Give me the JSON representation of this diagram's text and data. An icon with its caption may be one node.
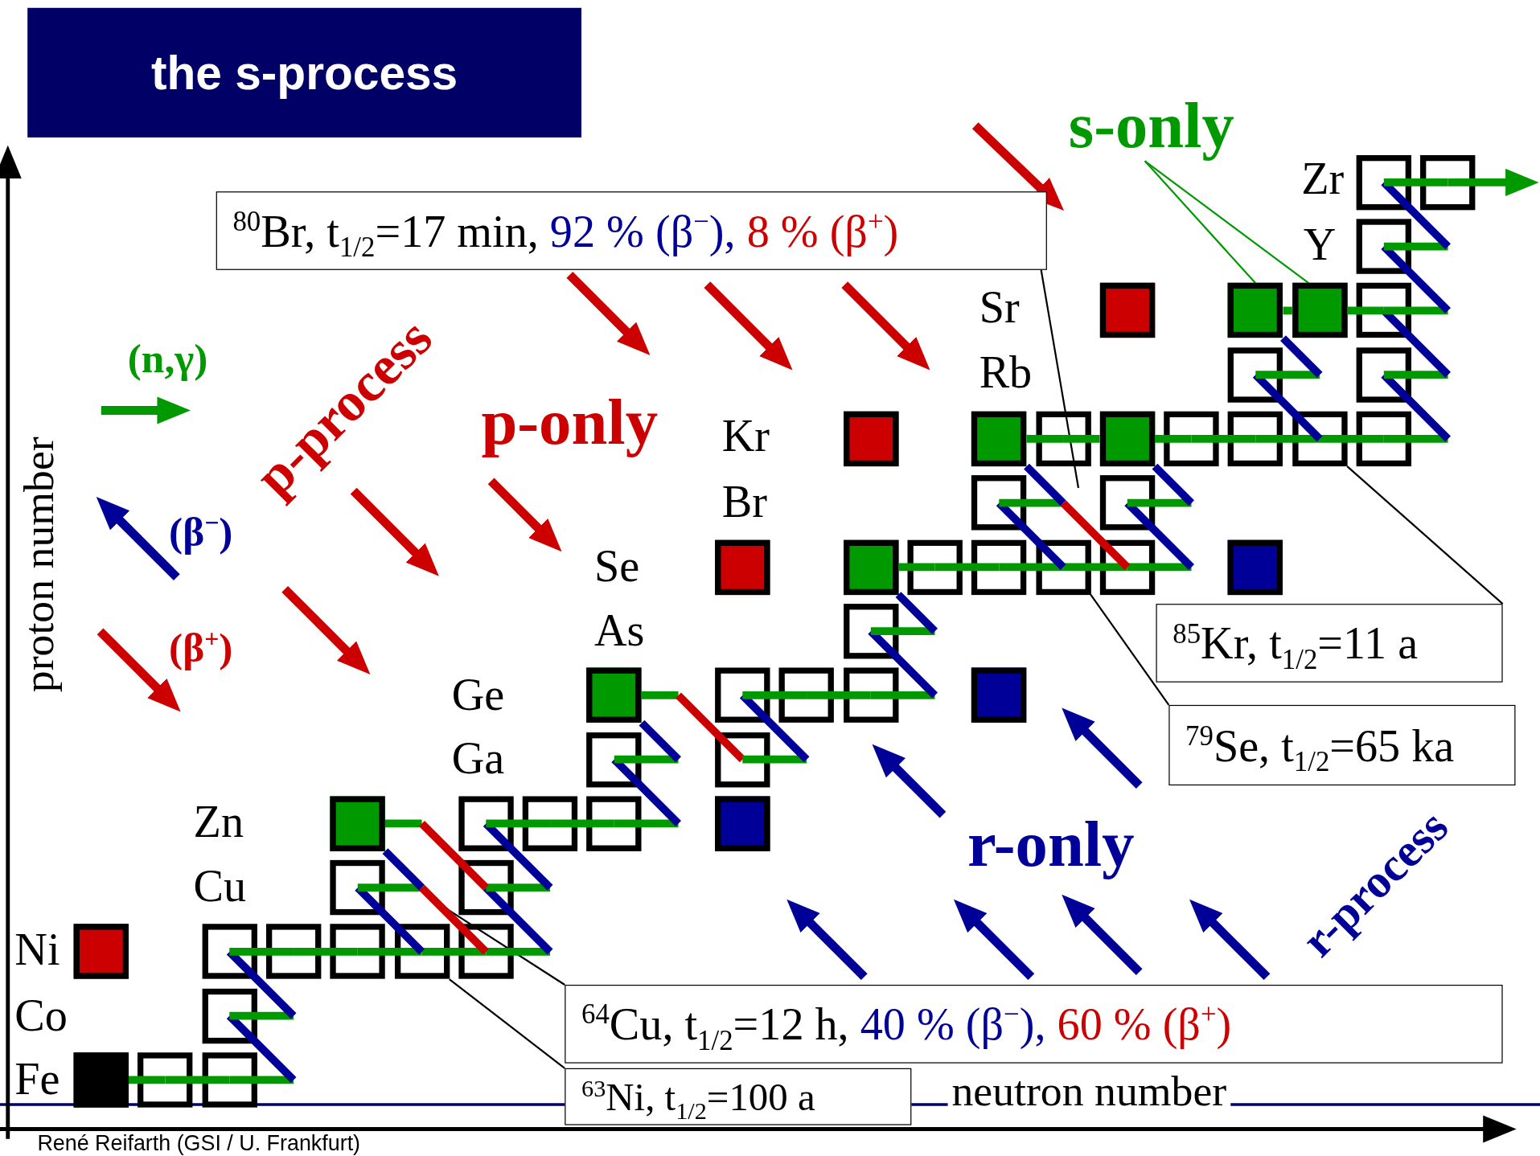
{
  "diagram": {
    "title": "the s-process",
    "nodes": [
      {
        "text": [
          "s-only"
        ]
      },
      {
        "text": [
          "$^{80}$Br, t$_{1/2}$=17 min,",
          "92 % (β$^{−}$),",
          "8 % (β$^{+}$)"
        ]
      },
      {
        "text": [
          "$^{85}$Kr, t$_{1/2}$=11 a"
        ]
      },
      {
        "text": [
          "$^{79}$Se, t$_{1/2}$=65 ka"
        ]
      },
      {
        "text": [
          "$^{64}$Cu, t$_{1/2}$=12 h,",
          "40 % (β$^{−}$),",
          "60 % (β$^{+}$)"
        ]
      },
      {
        "text": [
          "$^{63}$Ni, t$_{1/2}$=100 a"
        ]
      },
      {
        "text": [],
        "shape": "box"
      },
      {
        "text": [],
        "shape": "box"
      },
      {
        "text": [],
        "shape": "box"
      },
      {
        "text": [],
        "shape": "box"
      },
      {
        "text": [],
        "shape": "box"
      },
      {
        "text": [],
        "shape": "box"
      },
      {
        "text": [],
        "shape": "box"
      },
      {
        "text": [],
        "shape": "box"
      },
      {
        "text": [],
        "shape": "box"
      },
      {
        "text": [],
        "shape": "box"
      },
      {
        "text": [],
        "shape": "box"
      },
      {
        "text": [],
        "shape": "box"
      },
      {
        "text": [],
        "shape": "box"
      },
      {
        "text": [],
        "shape": "box"
      },
      {
        "text": [],
        "shape": "box"
      },
      {
        "text": [],
        "shape": "box"
      },
      {
        "text": [],
        "shape": "box"
      },
      {
        "text": [],
        "shape": "box"
      },
      {
        "text": [],
        "shape": "box"
      },
      {
        "text": [],
        "shape": "box"
      },
      {
        "text": [],
        "shape": "box"
      },
      {
        "text": [],
        "shape": "box"
      },
      {
        "text": [],
        "shape": "box"
      },
      {
        "text": [],
        "shape": "box"
      },
      {
        "text": [],
        "shape": "box"
      },
      {
        "text": [],
        "shape": "box"
      },
      {
        "text": [],
        "shape": "box"
      },
      {
        "text": [],
        "shape": "box"
      },
      {
        "text": [],
        "shape": "box"
      },
      {
        "text": [],
        "shape": "box"
      },
      {
        "text": [],
        "shape": "box"
      },
      {
        "text": [],
        "shape": "box"
      },
      {
        "text": [],
        "shape": "box"
      },
      {
        "text": [],
        "shape": "box"
      },
      {
        "text": [],
        "shape": "box"
      },
      {
        "text": [],
        "shape": "box"
      },
      {
        "text": [],
        "shape": "box"
      },
      {
        "text": [],
        "shape": "box"
      },
      {
        "text": [],
        "shape": "box"
      },
      {
        "text": [],
        "shape": "box"
      },
      {
        "text": [],
        "shape": "box"
      },
      {
        "text": [],
        "shape": "box"
      },
      {
        "text": [],
        "shape": "box"
      },
      {
        "text": [],
        "shape": "box"
      },
      {
        "text": [],
        "shape": "box"
      },
      {
        "text": [],
        "shape": "box"
      },
      {
        "text": [],
        "shape": "box"
      },
      {
        "text": [],
        "shape": "box"
      },
      {
        "text": [],
        "shape": "box"
      },
      {
        "text": [],
        "shape": "box"
      },
      {
        "text": [],
        "shape": "box"
      }
    ],
    "edges": [
      {
        "from": 0,
        "to": 10,
        "arrow": "none",
        "color": "#009900"
      },
      {
        "from": 0,
        "to": 11,
        "arrow": "none",
        "color": "#009900"
      },
      {
        "from": 1,
        "to": null,
        "arrow": "none",
        "color": "#000000"
      },
      {
        "from": 2,
        "to": 21,
        "arrow": "none",
        "color": "#000000"
      },
      {
        "from": 3,
        "to": 29,
        "arrow": "none",
        "color": "#000000"
      },
      {
        "from": 4,
        "to": null,
        "arrow": "none",
        "color": "#000000"
      },
      {
        "from": 5,
        "to": 51,
        "arrow": "none",
        "color": "#000000"
      },
      {
        "from": 54,
        "to": 55,
        "arrow": "none"
      },
      {
        "from": 55,
        "to": 56,
        "arrow": "none"
      },
      {
        "from": 56,
        "to": null,
        "arrow": "none"
      },
      {
        "from": null,
        "to": 53,
        "arrow": "none",
        "color": "#000099"
      },
      {
        "from": 53,
        "to": null,
        "arrow": "none"
      },
      {
        "from": null,
        "to": 48,
        "arrow": "none",
        "color": "#000099"
      },
      {
        "from": 48,
        "to": 49,
        "arrow": "none"
      },
      {
        "from": 49,
        "to": 50,
        "arrow": "none"
      },
      {
        "from": 50,
        "to": 51,
        "arrow": "none"
      },
      {
        "from": 51,
        "to": 52,
        "arrow": "none"
      },
      {
        "from": 52,
        "to": null,
        "arrow": "none"
      },
      {
        "from": 51,
        "to": 45,
        "arrow": "none",
        "color": "#000099"
      },
      {
        "from": null,
        "to": 46,
        "arrow": "none",
        "color": "#000099"
      },
      {
        "from": 45,
        "to": null,
        "arrow": "none"
      },
      {
        "from": null,
        "to": 40,
        "arrow": "none",
        "color": "#000099"
      },
      {
        "from": null,
        "to": 52,
        "arrow": "none",
        "color": "#cc0000"
      },
      {
        "from": 46,
        "to": null,
        "arrow": "none"
      },
      {
        "from": null,
        "to": 41,
        "arrow": "none",
        "color": "#000099"
      },
      {
        "from": 40,
        "to": null,
        "arrow": "none"
      },
      {
        "from": null,
        "to": 46,
        "arrow": "none",
        "color": "#cc0000"
      },
      {
        "from": 41,
        "to": 42,
        "arrow": "none"
      },
      {
        "from": 42,
        "to": 43,
        "arrow": "none"
      },
      {
        "from": 43,
        "to": null,
        "arrow": "none"
      },
      {
        "from": null,
        "to": 38,
        "arrow": "none",
        "color": "#000099"
      },
      {
        "from": 38,
        "to": null,
        "arrow": "none"
      },
      {
        "from": null,
        "to": 33,
        "arrow": "none",
        "color": "#000099"
      },
      {
        "from": 33,
        "to": null,
        "arrow": "none"
      },
      {
        "from": null,
        "to": 39,
        "arrow": "none",
        "color": "#cc0000"
      },
      {
        "from": 39,
        "to": null,
        "arrow": "none"
      },
      {
        "from": null,
        "to": 34,
        "arrow": "none",
        "color": "#000099"
      },
      {
        "from": 34,
        "to": 35,
        "arrow": "none"
      },
      {
        "from": 35,
        "to": 36,
        "arrow": "none"
      },
      {
        "from": 36,
        "to": null,
        "arrow": "none"
      },
      {
        "from": null,
        "to": 32,
        "arrow": "none",
        "color": "#000099"
      },
      {
        "from": 32,
        "to": null,
        "arrow": "none"
      },
      {
        "from": null,
        "to": 26,
        "arrow": "none",
        "color": "#000099"
      },
      {
        "from": 26,
        "to": 27,
        "arrow": "none"
      },
      {
        "from": 27,
        "to": 28,
        "arrow": "none"
      },
      {
        "from": 28,
        "to": 29,
        "arrow": "none"
      },
      {
        "from": 29,
        "to": 30,
        "arrow": "none"
      },
      {
        "from": 30,
        "to": null,
        "arrow": "none"
      },
      {
        "from": 29,
        "to": 23,
        "arrow": "none",
        "color": "#000099"
      },
      {
        "from": null,
        "to": 24,
        "arrow": "none",
        "color": "#000099"
      },
      {
        "from": 23,
        "to": null,
        "arrow": "none"
      },
      {
        "from": null,
        "to": 16,
        "arrow": "none",
        "color": "#000099"
      },
      {
        "from": null,
        "to": 30,
        "arrow": "none",
        "color": "#cc0000"
      },
      {
        "from": 24,
        "to": null,
        "arrow": "none"
      },
      {
        "from": null,
        "to": 18,
        "arrow": "none",
        "color": "#000099"
      },
      {
        "from": 16,
        "to": 17,
        "arrow": "none"
      },
      {
        "from": 17,
        "to": 18,
        "arrow": "none"
      },
      {
        "from": 18,
        "to": 19,
        "arrow": "none"
      },
      {
        "from": 19,
        "to": 20,
        "arrow": "none"
      },
      {
        "from": 20,
        "to": 21,
        "arrow": "none"
      },
      {
        "from": 21,
        "to": 22,
        "arrow": "none"
      },
      {
        "from": 22,
        "to": null,
        "arrow": "none"
      },
      {
        "from": 21,
        "to": 13,
        "arrow": "none",
        "color": "#000099"
      },
      {
        "from": null,
        "to": 14,
        "arrow": "none",
        "color": "#000099"
      },
      {
        "from": 13,
        "to": null,
        "arrow": "none"
      },
      {
        "from": null,
        "to": 10,
        "arrow": "none",
        "color": "#000099"
      },
      {
        "from": 14,
        "to": null,
        "arrow": "none"
      },
      {
        "from": null,
        "to": 12,
        "arrow": "none",
        "color": "#000099"
      },
      {
        "from": 10,
        "to": 11,
        "arrow": "none"
      },
      {
        "from": 11,
        "to": 12,
        "arrow": "none"
      },
      {
        "from": 12,
        "to": null,
        "arrow": "none"
      },
      {
        "from": null,
        "to": 8,
        "arrow": "none",
        "color": "#000099"
      },
      {
        "from": 8,
        "to": null,
        "arrow": "none"
      },
      {
        "from": null,
        "to": 6,
        "arrow": "none",
        "color": "#000099"
      },
      {
        "from": 6,
        "to": 7,
        "arrow": "none"
      },
      {
        "from": 7,
        "to": null,
        "arrow": "to"
      }
    ],
    "labels": [
      "p-process",
      "Zr",
      "Y",
      "Sr",
      "Rb",
      "p-only",
      "Kr",
      "Br",
      "Se",
      "As",
      "Ge",
      "Ga",
      "r-only",
      "Zn",
      "Cu",
      "r-process",
      "Ni",
      "Co",
      "Fe",
      "proton number",
      "neutron number",
      "René Reifarth (GSI / U. Frankfurt)"
    ],
    "legend": [
      {
        "text": "(n,γ)"
      },
      {
        "text": "(β$^{−}$)"
      },
      {
        "text": "(β$^{+}$)"
      }
    ]
  }
}
